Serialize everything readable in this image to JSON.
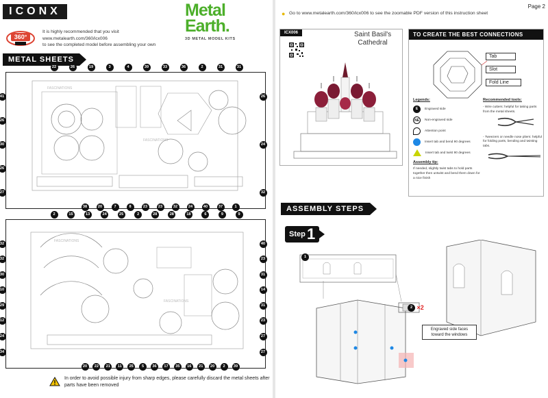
{
  "left_page": {
    "brand": "ICONX",
    "view360": "360°",
    "intro_line1": "It is highly recommended that you visit",
    "intro_line2": "www.metalearth.com/360/icx006",
    "intro_line3": "to see the completed model before assembling your own",
    "logo_line1": "Metal",
    "logo_line2": "Earth.",
    "logo_tagline": "3D METAL MODEL KITS",
    "section_title": "METAL SHEETS",
    "sheet_watermark": "FASCINATIONS",
    "sheet1_top_numbers": [
      "22",
      "26",
      "19",
      "3",
      "4",
      "39",
      "33",
      "36",
      "2",
      "31",
      "31"
    ],
    "sheet1_left_numbers": [
      "41",
      "26",
      "30",
      "26",
      "27"
    ],
    "sheet1_right_numbers": [
      "26",
      "24",
      "32"
    ],
    "sheet1_bottom_numbers": [
      "38",
      "20",
      "7",
      "8",
      "23",
      "23",
      "32",
      "24",
      "40",
      "37",
      "1"
    ],
    "sheet2_top_numbers": [
      "2",
      "15",
      "13",
      "24",
      "25",
      "2",
      "28",
      "28",
      "18",
      "6",
      "9",
      "9"
    ],
    "sheet2_left_numbers": [
      "32",
      "32",
      "30",
      "10",
      "29",
      "12",
      "24",
      "34"
    ],
    "sheet2_right_numbers": [
      "40",
      "23",
      "31",
      "14",
      "31",
      "23",
      "27",
      "27"
    ],
    "sheet2_bottom_numbers": [
      "20",
      "22",
      "21",
      "11",
      "25",
      "5",
      "36",
      "17",
      "35",
      "16",
      "21",
      "20",
      "2",
      "39"
    ],
    "warning_text": "In order to avoid possible injury from sharp edges, please carefully discard the metal sheets after parts have been removed"
  },
  "right_page": {
    "page_label": "Page 2",
    "goto_text": "Go to www.metalearth.com/360/icx006 to see the zoomable PDF version of this instruction sheet",
    "model_code": "ICX006",
    "model_name_line1": "Saint Basil's",
    "model_name_line2": "Cathedral",
    "connections_title": "TO CREATE THE BEST CONNECTIONS",
    "connection_labels": [
      "Tab",
      "Slot",
      "Fold Line"
    ],
    "legend_title": "Legends:",
    "legend_items": [
      {
        "symbol": "E",
        "text": "Engraved side"
      },
      {
        "symbol": "NE",
        "text": "Non-engraved side"
      },
      {
        "symbol": "",
        "text": "Attention point"
      },
      {
        "symbol": "",
        "text": "Insert tab and bend 90 degrees"
      },
      {
        "symbol": "",
        "text": "Insert tab and twist 90 degrees"
      }
    ],
    "assembly_tip_title": "Assembly tip:",
    "assembly_tip_text": "If needed, slightly twist tabs to hold parts together then untwist and bend them down for a nice finish",
    "tools_title": "Recommended tools:",
    "tool_1": "- Wire cutters: helpful for taking parts from the metal sheets.",
    "tool_2": "- Tweezers or needle nose pliers: helpful for folding parts, bending and twisting tabs.",
    "assembly_title": "ASSEMBLY STEPS",
    "step_word": "Step",
    "step_number": "1",
    "part_number_a": "1",
    "part_number_b": "2",
    "part_quantity": "×2",
    "callout_text": "Engraved side faces toward the windows",
    "colors": {
      "brand_green": "#4caf2a",
      "banner_black": "#111111",
      "legend_blue": "#1e88e5",
      "legend_yellow": "#c8d400",
      "highlight_red": "#e02424"
    }
  }
}
